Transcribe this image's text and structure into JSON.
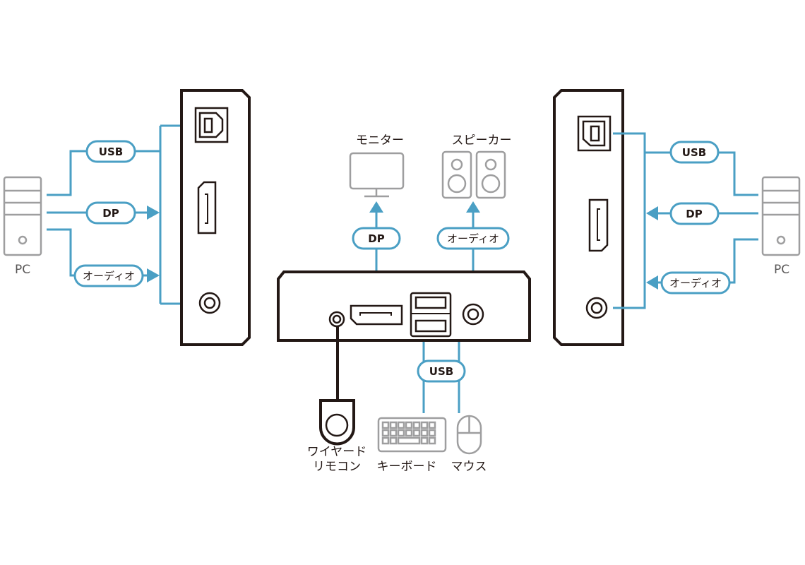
{
  "colors": {
    "cable": "#4a9fc4",
    "device": "#231815",
    "peripheral": "#9e9e9f"
  },
  "left_pc": {
    "label": "PC",
    "icon": "desktop-pc-icon"
  },
  "right_pc": {
    "label": "PC",
    "icon": "desktop-pc-icon"
  },
  "left_cables": {
    "usb": "USB",
    "dp": "DP",
    "audio": "オーディオ"
  },
  "right_cables": {
    "usb": "USB",
    "dp": "DP",
    "audio": "オーディオ"
  },
  "console": {
    "monitor": {
      "label": "モニター",
      "cable": "DP"
    },
    "speaker": {
      "label": "スピーカー",
      "cable": "オーディオ"
    },
    "usb_cable": "USB",
    "remote": {
      "label_line1": "ワイヤード",
      "label_line2": "リモコン"
    },
    "keyboard": {
      "label": "キーボード"
    },
    "mouse": {
      "label": "マウス"
    }
  }
}
